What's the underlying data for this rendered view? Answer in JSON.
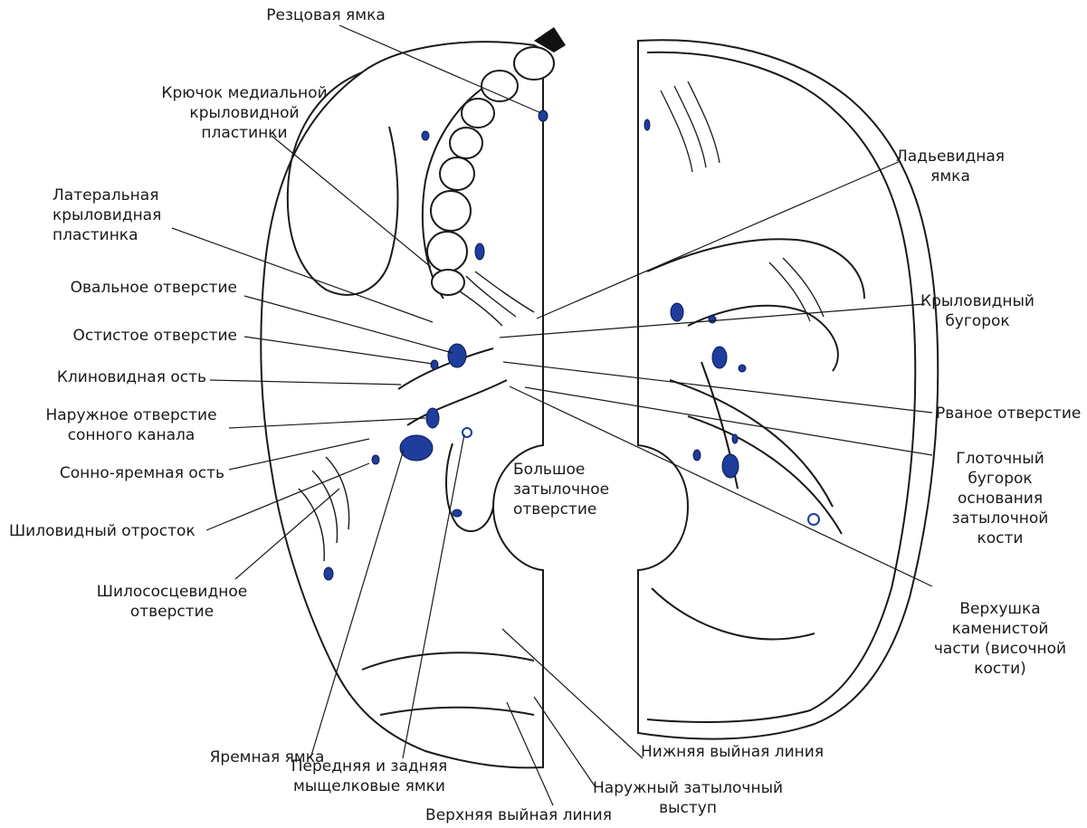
{
  "labels": {
    "incisive_fossa": [
      "Резцовая ямка"
    ],
    "hamulus": [
      "Крючок медиальной",
      "крыловидной",
      "пластинки"
    ],
    "lateral_plate": [
      "Латеральная",
      "крыловидная",
      "пластинка"
    ],
    "foramen_ovale": [
      "Овальное отверстие"
    ],
    "foramen_spinosum": [
      "Остистое отверстие"
    ],
    "sphenoid_spine": [
      "Клиновидная ость"
    ],
    "carotid_canal": [
      "Наружное отверстие",
      "сонного канала"
    ],
    "caroticojugular_spine": [
      "Сонно-яремная ость"
    ],
    "styloid_process": [
      "Шиловидный отросток"
    ],
    "stylomastoid_foramen": [
      "Шилососцевидное",
      "отверстие"
    ],
    "jugular_fossa": [
      "Яремная ямка"
    ],
    "condylar_fossae": [
      "Передняя и задняя",
      "мыщелковые ямки"
    ],
    "superior_nuchal_line": [
      "Верхняя выйная линия"
    ],
    "external_occipital_protuberance": [
      "Наружный затылочный",
      "выступ"
    ],
    "inferior_nuchal_line": [
      "Нижняя выйная линия"
    ],
    "foramen_magnum": [
      "Большое",
      "затылочное",
      "отверстие"
    ],
    "scaphoid_fossa": [
      "Ладьевидная",
      "ямка"
    ],
    "pterygoid_tubercle": [
      "Крыловидный",
      "бугорок"
    ],
    "foramen_lacerum": [
      "Рваное отверстие"
    ],
    "pharyngeal_tubercle": [
      "Глоточный",
      "бугорок",
      "основания",
      "затылочной",
      "кости"
    ],
    "petrous_apex": [
      "Верхушка",
      "каменистой",
      "части (височной",
      "кости)"
    ]
  },
  "colors": {
    "foramen_fill": "#1f3d9c",
    "line": "#1a1a1a"
  }
}
